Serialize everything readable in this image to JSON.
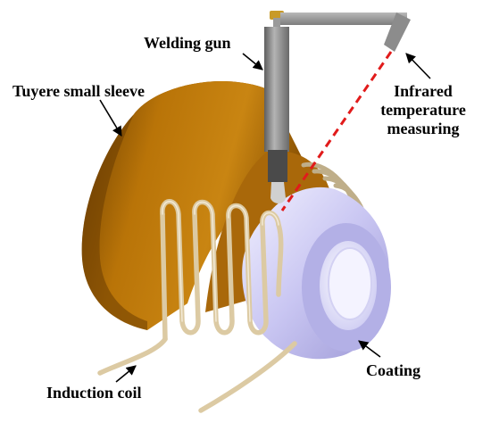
{
  "labels": {
    "welding_gun": "Welding gun",
    "tuyere_sleeve": "Tuyere small sleeve",
    "infrared_line1": "Infrared",
    "infrared_line2": "temperature",
    "infrared_line3": "measuring",
    "coating": "Coating",
    "induction_coil": "Induction coil"
  },
  "colors": {
    "sleeve_brown": "#b36d08",
    "coating_lavender": "#c9c6f2",
    "gun_gray": "#8f8f8f",
    "laser_red": "#e11b1b",
    "coil_tan": "#d7c6a2"
  }
}
